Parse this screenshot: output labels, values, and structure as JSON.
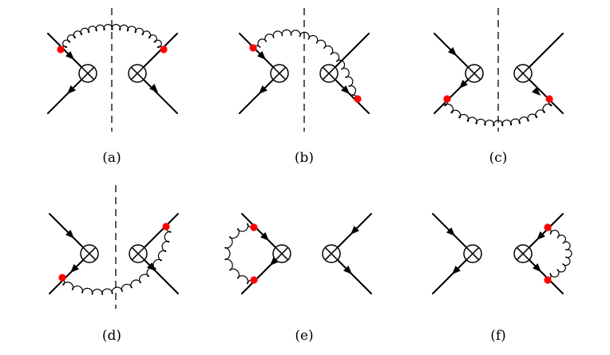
{
  "diagrams": [
    {
      "label": "(a)",
      "cut": true
    },
    {
      "label": "(b)",
      "cut": true
    },
    {
      "label": "(c)",
      "cut": true
    },
    {
      "label": "(d)",
      "cut": true
    },
    {
      "label": "(e)",
      "cut": false
    },
    {
      "label": "(f)",
      "cut": false
    }
  ],
  "colors": {
    "line": "#000000",
    "vertex": "#ff0000",
    "background": "#ffffff"
  },
  "icons": {
    "operator": "circled-times-icon",
    "vertex": "red-dot-icon"
  }
}
